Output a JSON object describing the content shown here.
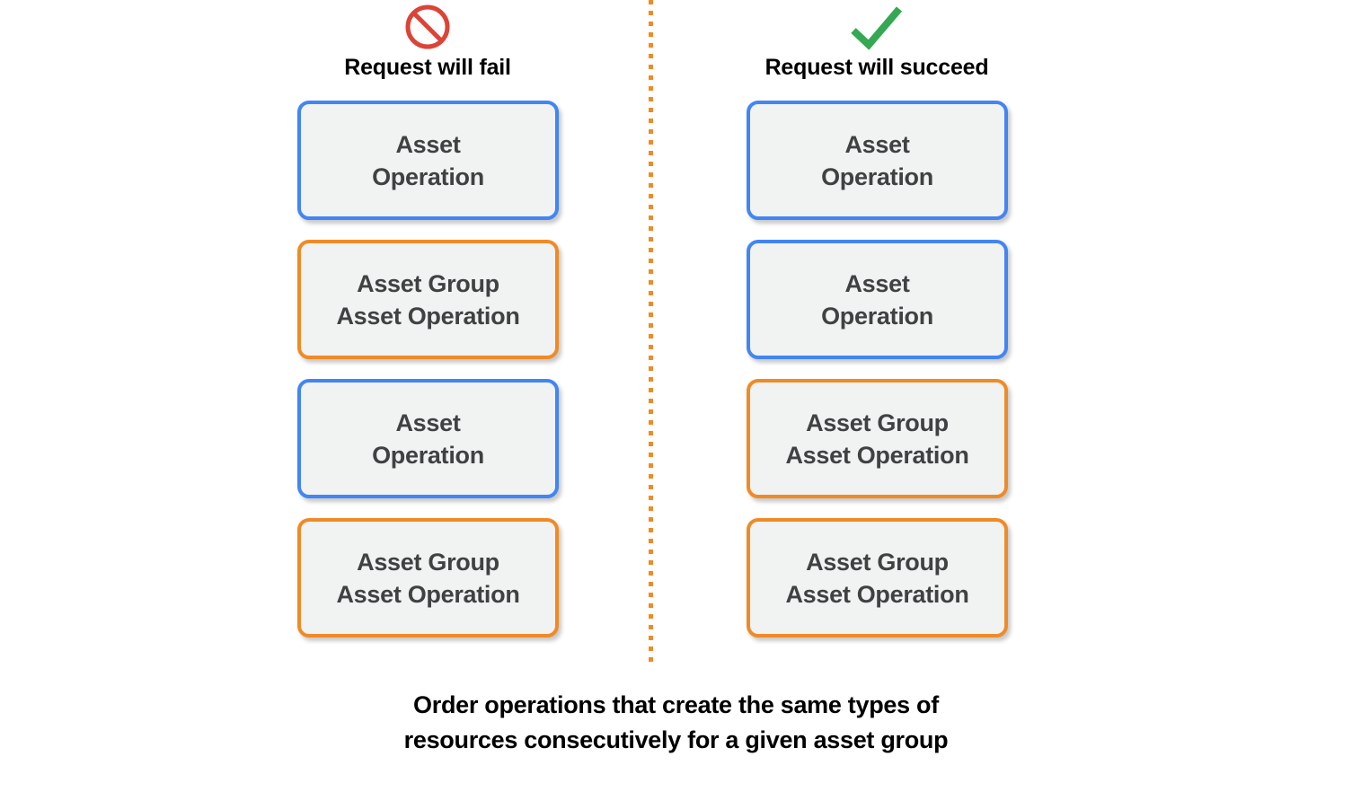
{
  "diagram": {
    "caption": "Order operations that create the same types of\nresources consecutively for a given asset group",
    "divider": {
      "name": "dotted-divider",
      "color": "#ef8b26",
      "style": "dotted-vertical"
    },
    "colors": {
      "blue_border": "#4285f4",
      "orange_border": "#ef8b26",
      "card_fill": "#f1f2f2",
      "card_text": "#3f4142",
      "fail_icon": "#db4437",
      "succeed_icon": "#34a853",
      "heading_text": "#000000",
      "background": "#ffffff"
    },
    "columns": [
      {
        "id": "fail",
        "title": "Request will fail",
        "icon": "prohibition-icon",
        "icon_color": "#db4437",
        "cards": [
          {
            "type": "blue",
            "label": "Asset\nOperation"
          },
          {
            "type": "orange",
            "label": "Asset Group\nAsset Operation"
          },
          {
            "type": "blue",
            "label": "Asset\nOperation"
          },
          {
            "type": "orange",
            "label": "Asset Group\nAsset Operation"
          }
        ]
      },
      {
        "id": "succeed",
        "title": "Request will succeed",
        "icon": "checkmark-icon",
        "icon_color": "#34a853",
        "cards": [
          {
            "type": "blue",
            "label": "Asset\nOperation"
          },
          {
            "type": "blue",
            "label": "Asset\nOperation"
          },
          {
            "type": "orange",
            "label": "Asset Group\nAsset Operation"
          },
          {
            "type": "orange",
            "label": "Asset Group\nAsset Operation"
          }
        ]
      }
    ]
  }
}
